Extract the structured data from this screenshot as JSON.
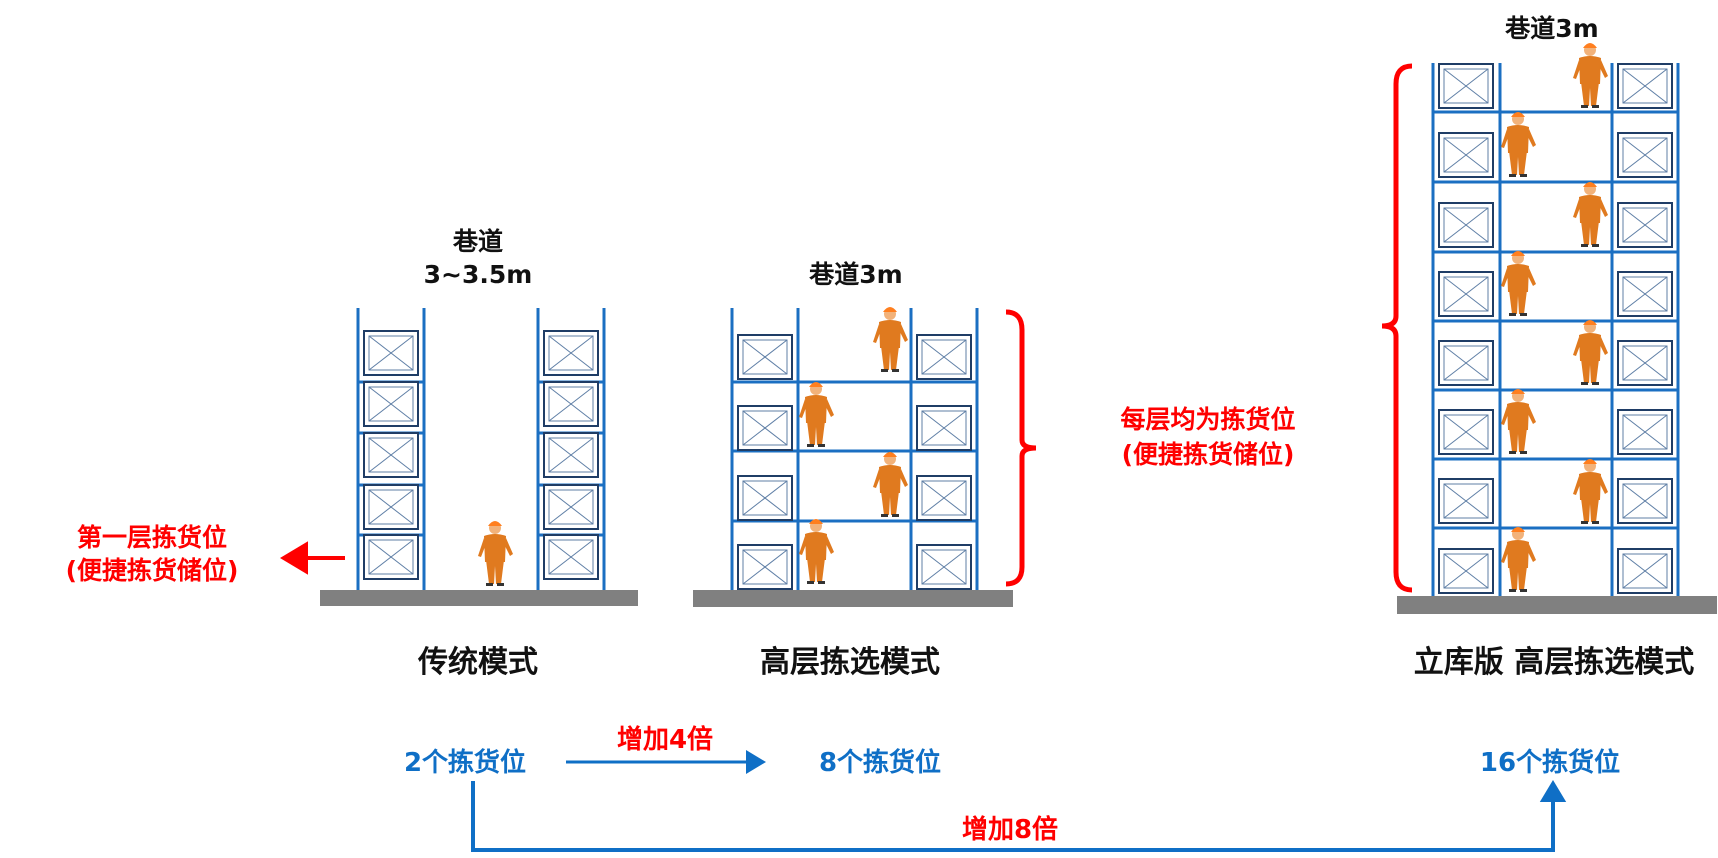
{
  "colors": {
    "rack": "#1b6fc2",
    "ground": "#808080",
    "red": "#ff0000",
    "blue": "#0f6fc6",
    "black": "#111111",
    "worker": "#e07a1f"
  },
  "traditional": {
    "aisle_label_line1": "巷道",
    "aisle_label_line2": "3~3.5m",
    "mode_label": "传统模式",
    "note_line1": "第一层拣货位",
    "note_line2": "(便捷拣货储位)",
    "count_label": "2个拣货位"
  },
  "highlevel": {
    "aisle_label": "巷道3m",
    "mode_label": "高层拣选模式",
    "note_line1": "每层均为拣货位",
    "note_line2": "(便捷拣货储位)",
    "count_label": "8个拣货位",
    "increase_label": "增加4倍"
  },
  "asrs": {
    "aisle_label": "巷道3m",
    "mode_label": "立库版 高层拣选模式",
    "count_label": "16个拣货位",
    "increase_label": "增加8倍"
  },
  "icons": {
    "box": "pallet-box-icon",
    "worker": "worker-icon",
    "arrow": "arrow-icon",
    "brace": "curly-brace-icon"
  }
}
